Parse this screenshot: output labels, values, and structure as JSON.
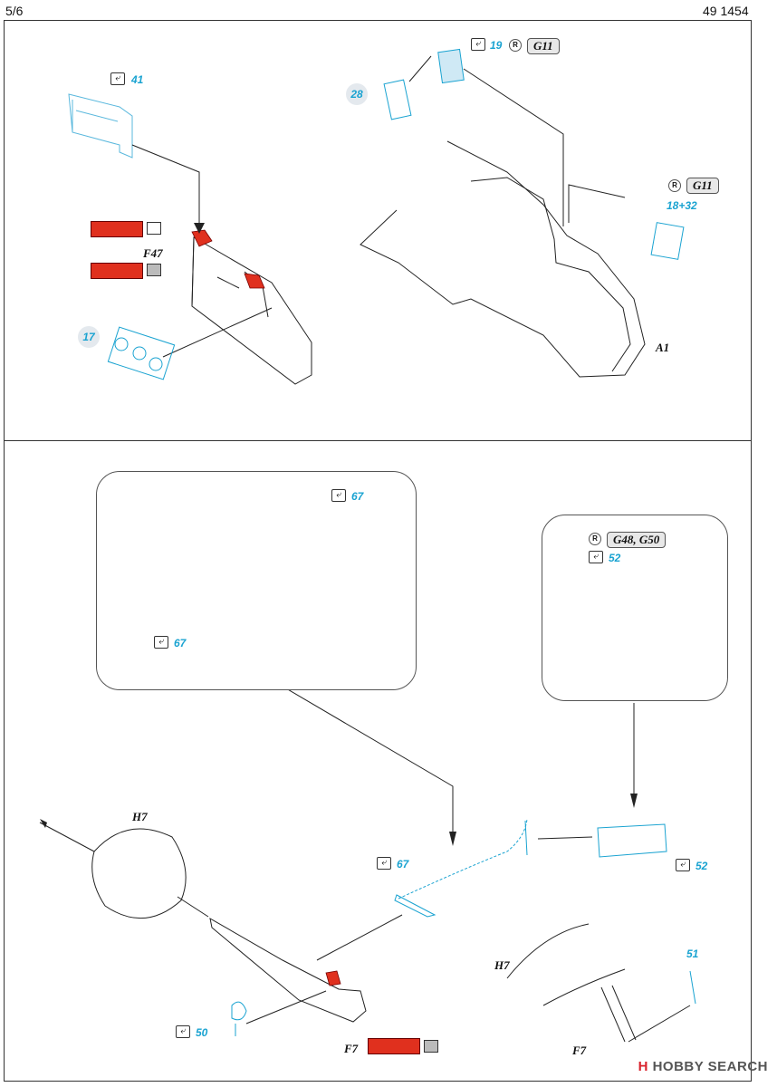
{
  "header": {
    "page": "5/6",
    "code": "49 1454"
  },
  "colors": {
    "accent_blue": "#1aa3d1",
    "paint_red": "#e0301e",
    "circle_bg": "#e4e9ee"
  },
  "top_left": {
    "part_41": "41",
    "part_17": "17",
    "label_f47": "F47"
  },
  "top_right": {
    "part_28": "28",
    "part_19": "19",
    "ref_g11_a": "G11",
    "ref_g11_b": "G11",
    "part_18_32": "18+32",
    "label_a1": "A1"
  },
  "bottom": {
    "part_67_top": "67",
    "part_67_mid": "67",
    "part_67_low": "67",
    "ref_g48_g50": "G48, G50",
    "part_52_top": "52",
    "part_52_low": "52",
    "label_h7_left": "H7",
    "label_h7_right": "H7",
    "part_51": "51",
    "part_50": "50",
    "label_f7_left": "F7",
    "label_f7_right": "F7"
  },
  "watermark": {
    "logo": "H",
    "text": "HOBBY SEARCH"
  }
}
